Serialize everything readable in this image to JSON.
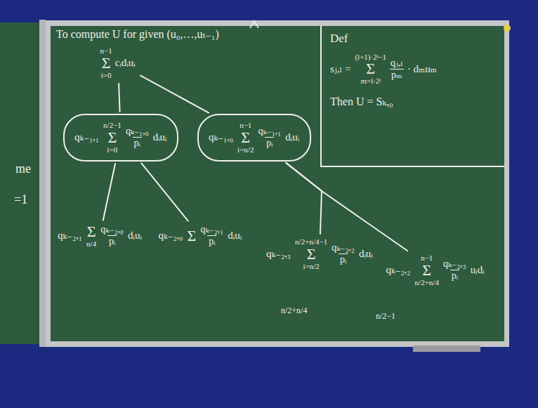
{
  "diagram": {
    "title": "To compute U for given (u₀,…,uₜ₋₁)",
    "nodes": [
      {
        "text": [
          "n−1",
          "Σ",
          "i=0",
          "cᵢdᵢuᵢ"
        ]
      },
      {
        "text": [
          "qₖ₋₁,₁",
          "n/2−1",
          "Σ",
          "i=0",
          "qₖ₋₁,₀",
          "pᵢ",
          "dᵢuᵢ"
        ]
      },
      {
        "text": [
          "qₖ₋₁,₀",
          "n−1",
          "Σ",
          "i=n/2",
          "qₖ₋₁,₁",
          "pᵢ",
          "dᵢuᵢ"
        ]
      },
      {
        "text": [
          "qₖ₋₂,₁",
          "Σ",
          "n/4",
          "qₖ₋₂,₀",
          "pᵢ",
          "dᵢuᵢ"
        ]
      },
      {
        "text": [
          "qₖ₋₂,₀",
          "Σ",
          "qₖ₋₂,₁",
          "pᵢ",
          "dᵢuᵢ"
        ]
      },
      {
        "text": [
          "qₖ₋₂,₃",
          "n/2+n/4−1",
          "Σ",
          "i=n/2",
          "qₖ₋₂,₂",
          "pᵢ",
          "dᵢuᵢ"
        ]
      },
      {
        "text": [
          "qₖ₋₂,₂",
          "n−1",
          "Σ",
          "n/2+n/4",
          "qₖ₋₂,₃",
          "pᵢ",
          "uᵢdᵢ"
        ]
      },
      {
        "text": [
          "Def",
          "sⱼ,ₗ =",
          "(l+1)·2ʲ−1",
          "Σ",
          "m=l·2ʲ",
          "qⱼ,ₗ",
          "pₘ",
          "· dₘuₘ",
          "Then U = Sₖ,₀"
        ]
      }
    ],
    "edges": [
      {
        "from": 0,
        "to": 1,
        "arrow": "none"
      },
      {
        "from": 0,
        "to": 2,
        "arrow": "none"
      },
      {
        "from": 1,
        "to": 3,
        "arrow": "none"
      },
      {
        "from": 1,
        "to": 4,
        "arrow": "none"
      },
      {
        "from": 2,
        "to": 5,
        "arrow": "none"
      },
      {
        "from": 2,
        "to": 6,
        "arrow": "none"
      }
    ],
    "labels": [
      "me",
      "=1",
      "n/2+n/4",
      "n/2−1"
    ]
  }
}
